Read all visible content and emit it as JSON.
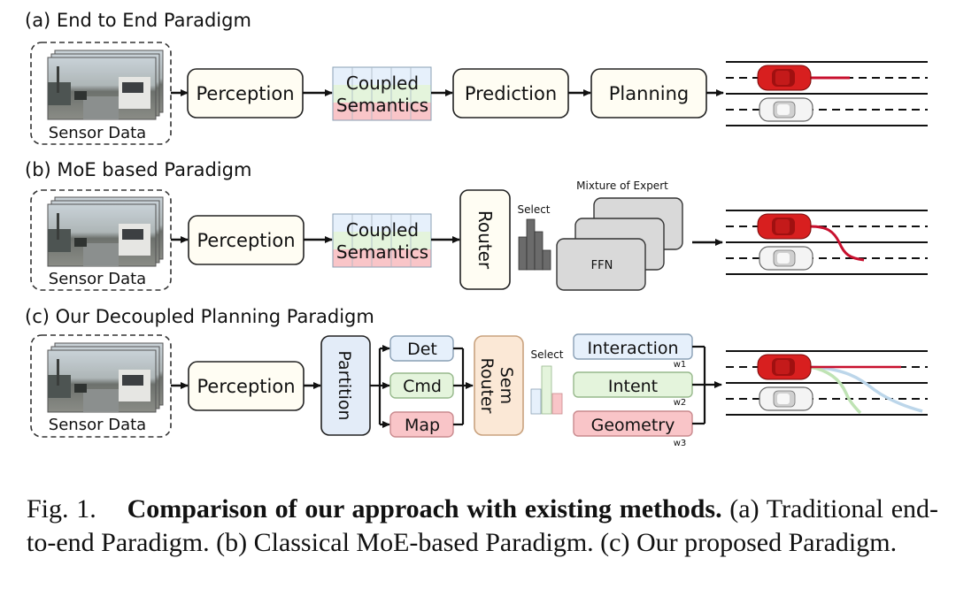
{
  "figure": {
    "panels": [
      {
        "title": "(a) End to End Paradigm",
        "sensor_label": "Sensor Data",
        "perception_label": "Perception",
        "coupled_label_1": "Coupled",
        "coupled_label_2": "Semantics",
        "prediction_label": "Prediction",
        "planning_label": "Planning"
      },
      {
        "title": "(b) MoE based Paradigm",
        "sensor_label": "Sensor Data",
        "perception_label": "Perception",
        "coupled_label_1": "Coupled",
        "coupled_label_2": "Semantics",
        "router_label": "Router",
        "select_label": "Select",
        "moe_label": "Mixture of Expert",
        "ffn_label": "FFN"
      },
      {
        "title": "(c) Our Decoupled Planning Paradigm",
        "sensor_label": "Sensor Data",
        "perception_label": "Perception",
        "partition_label": "Partition",
        "det_label": "Det",
        "cmd_label": "Cmd",
        "map_label": "Map",
        "sem_router_label_1": "Sem",
        "sem_router_label_2": "Router",
        "select_label": "Select",
        "interaction_label": "Interaction",
        "intent_label": "Intent",
        "geometry_label": "Geometry",
        "w1": "w1",
        "w2": "w2",
        "w3": "w3"
      }
    ],
    "colors": {
      "box_fill": "#fffdf3",
      "blue": "#e6f0fb",
      "green": "#e4f4dc",
      "red": "#f9c5c8",
      "orange": "#fbe8d6",
      "partition": "#e3ecf8",
      "expert_gray": "#d9d9d9",
      "car_red": "#d81f1f",
      "traj_red": "#c8102e",
      "traj_blue": "#bcd6ea",
      "traj_green": "#bfe3b4"
    }
  },
  "caption": {
    "prefix": "Fig. 1.",
    "bold": "Comparison of our approach with existing methods.",
    "text": " (a) Traditional end-to-end Paradigm. (b) Classical MoE-based Paradigm. (c) Our proposed Paradigm."
  }
}
